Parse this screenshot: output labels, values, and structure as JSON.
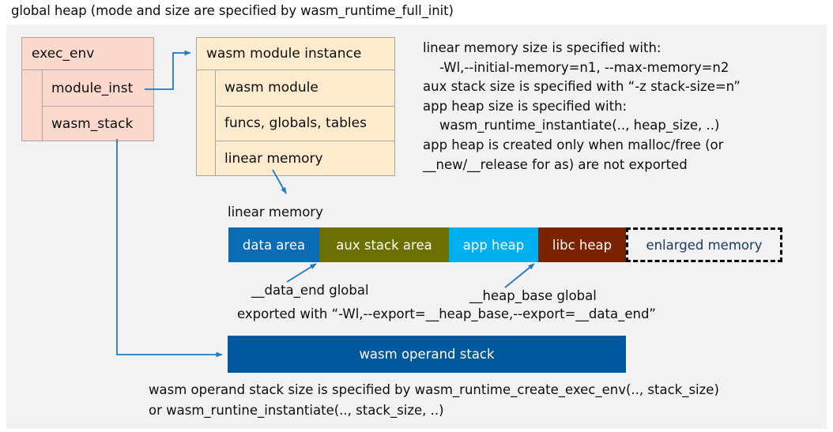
{
  "title": "global heap (mode and size are specified by wasm_runtime_full_init)",
  "colors": {
    "panel_background": "#f2f2f2",
    "exec_env_fill": "#fad9cc",
    "module_instance_fill": "#fdebcd",
    "box_border": "#a6a6a6",
    "connector": "#1f7ac0",
    "data_area": "#0a6cb5",
    "aux_stack_area": "#6b7000",
    "app_heap": "#00b0f0",
    "libc_heap": "#7b2200",
    "enlarged_memory_text": "#1f3864",
    "operand_stack": "#00599c",
    "text": "#0d0d0d"
  },
  "exec_env": {
    "header": "exec_env",
    "fields": [
      {
        "label": "module_inst"
      },
      {
        "label": "wasm_stack"
      }
    ]
  },
  "module_instance": {
    "header": "wasm module instance",
    "fields": [
      {
        "label": "wasm module"
      },
      {
        "label": "funcs, globals, tables"
      },
      {
        "label": "linear memory"
      }
    ]
  },
  "right_note": {
    "lines": [
      "linear memory size is specified with:",
      "    -Wl,--initial-memory=n1, --max-memory=n2",
      "aux stack size is specified with “-z stack-size=n”",
      "app heap size is specified with:",
      "    wasm_runtime_instantiate(.., heap_size, ..)",
      "app heap is created only when malloc/free (or",
      "__new/__release for as) are not exported"
    ]
  },
  "linear_memory": {
    "label": "linear memory",
    "segments": [
      {
        "label": "data area",
        "color": "#0a6cb5",
        "width": 115,
        "text_color": "#ffffff"
      },
      {
        "label": "aux stack area",
        "color": "#6b7000",
        "width": 164,
        "text_color": "#ffffff"
      },
      {
        "label": "app heap",
        "color": "#00b0f0",
        "width": 113,
        "text_color": "#ffffff"
      },
      {
        "label": "libc heap",
        "color": "#7b2200",
        "width": 111,
        "text_color": "#ffffff"
      },
      {
        "label": "enlarged memory",
        "color": "#f2f2f2",
        "width": 198,
        "text_color": "#1f3864"
      }
    ]
  },
  "annotations": {
    "data_end": "__data_end global",
    "heap_base": "__heap_base global",
    "exported_with": "exported with “-Wl,--export=__heap_base,--export=__data_end”"
  },
  "operand_stack": {
    "label": "wasm operand stack"
  },
  "bottom_note": {
    "lines": [
      "wasm operand stack size is specified by wasm_runtime_create_exec_env(.., stack_size)",
      "or wasm_runtine_instantiate(.., stack_size, ..)"
    ]
  }
}
